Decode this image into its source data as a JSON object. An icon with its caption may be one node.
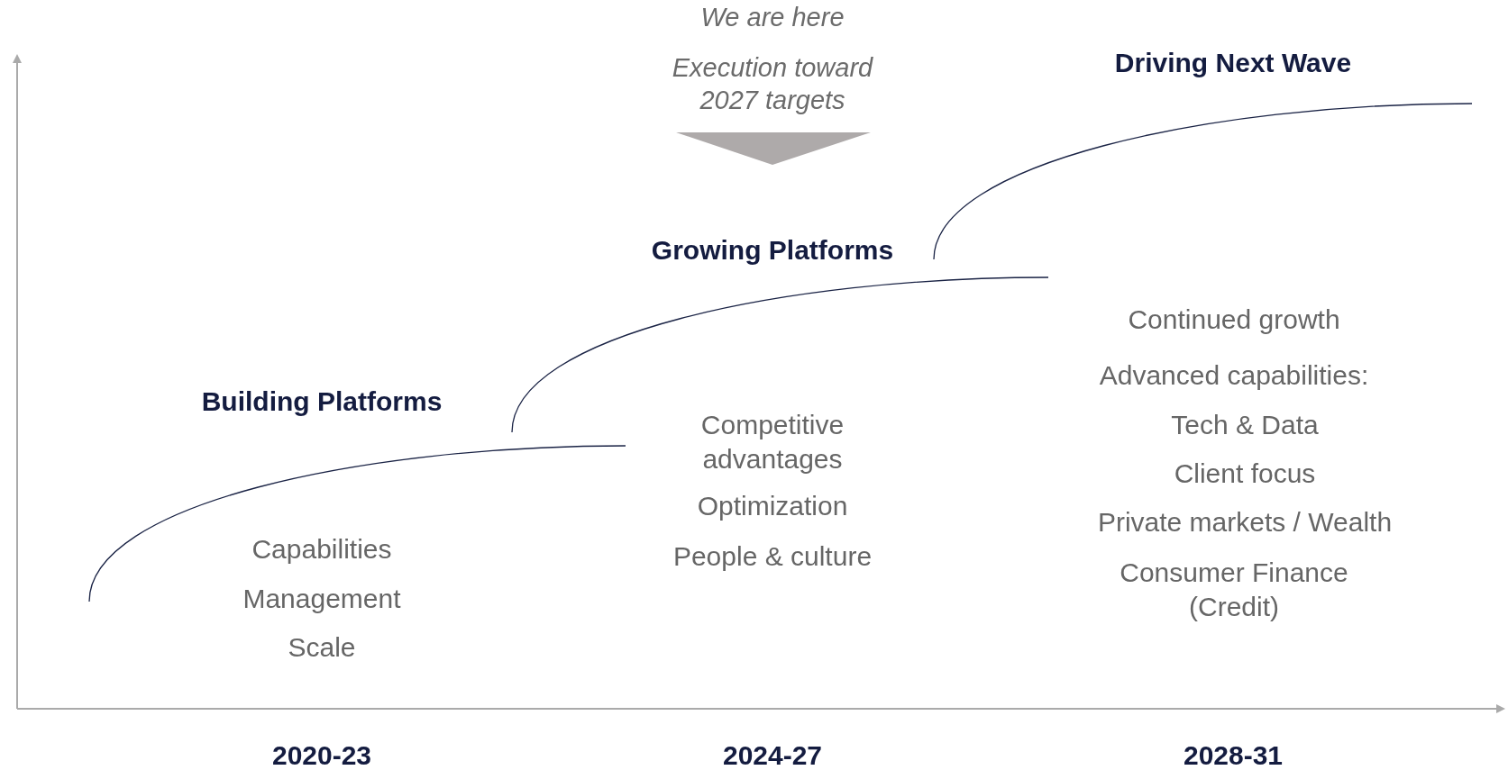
{
  "diagram": {
    "nodes": [
      {
        "text": [],
        "shape": "triangle"
      }
    ],
    "labels": [
      "We are here",
      "Execution toward 2027 targets",
      "Driving Next Wave",
      "Growing Platforms",
      "Building Platforms",
      "Capabilities",
      "Management",
      "Scale",
      "Competitive advantages",
      "Optimization",
      "People & culture",
      "Continued growth",
      "Advanced capabilities:",
      "Tech & Data",
      "Client focus",
      "Private markets / Wealth",
      "Consumer Finance (Credit)",
      "2020-23",
      "2024-27",
      "2028-31"
    ]
  }
}
